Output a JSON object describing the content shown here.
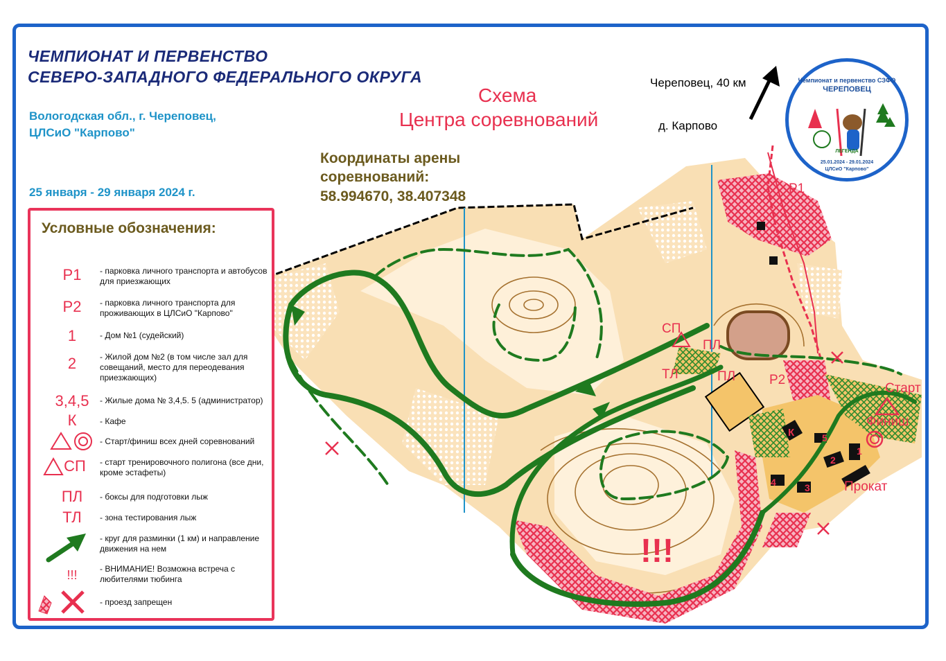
{
  "title": {
    "line1": "ЧЕМПИОНАТ И ПЕРВЕНСТВО",
    "line2": "СЕВЕРО-ЗАПАДНОГО ФЕДЕРАЛЬНОГО ОКРУГА"
  },
  "location": {
    "line1": "Вологодская обл., г. Череповец,",
    "line2": "ЦЛСиО \"Карпово\""
  },
  "dates": "25 января - 29 января 2024 г.",
  "scheme": {
    "line1": "Схема",
    "line2": "Центра соревнований"
  },
  "coordinates": {
    "line1": "Координаты арены",
    "line2": "соревнований:",
    "line3": "58.994670, 38.407348"
  },
  "directions": {
    "cherepovets": "Череповец, 40 км",
    "karpovo": "д. Карпово"
  },
  "logo": {
    "ring_text": "Чемпионат и первенство СЗФО",
    "city": "ЧЕРЕПОВЕЦ",
    "badge": "ЛЕГЕНДА",
    "dates": "25.01.2024 - 29.01.2024",
    "venue": "ЦЛСиО \"Карпово\""
  },
  "legend": {
    "heading": "Условные обозначения:",
    "items": [
      {
        "symbol": "P1",
        "text": "- парковка личного транспорта и автобусов для приезжающих"
      },
      {
        "symbol": "P2",
        "text": "- парковка личного транспорта для проживающих в ЦЛСиО \"Карпово\""
      },
      {
        "symbol": "1",
        "text": "- Дом №1 (судейский)"
      },
      {
        "symbol": "2",
        "text": "- Жилой дом №2 (в том числе зал для совещаний, место для переодевания приезжающих)"
      },
      {
        "symbol": "3,4,5",
        "text": "- Жилые дома № 3,4,5. 5 (администратор)"
      },
      {
        "symbol": "К",
        "text": "- Кафе"
      },
      {
        "symbol": "",
        "text": "- Старт/финиш всех дней соревнований"
      },
      {
        "symbol": "СП",
        "text": "- старт тренировочного полигона (все дни, кроме эстафеты)"
      },
      {
        "symbol": "ПЛ",
        "text": "- боксы для подготовки лыж"
      },
      {
        "symbol": "ТЛ",
        "text": "- зона тестирования лыж"
      },
      {
        "symbol": "",
        "text": "- круг для разминки (1 км) и направление движения на нем"
      },
      {
        "symbol": "!!!",
        "text": "- ВНИМАНИЕ! Возможна встреча с любителями тюбинга"
      },
      {
        "symbol": "",
        "text": "- проезд запрещен"
      }
    ]
  },
  "map_labels": {
    "p1": "P1",
    "p2": "P2",
    "sp": "СП",
    "pl1": "ПЛ",
    "pl2": "ПЛ",
    "tl": "ТЛ",
    "start": "Старт",
    "finish": "Финиш",
    "rental": "Прокат",
    "warning": "!!!",
    "cafe": "К",
    "house1": "1",
    "house2": "2",
    "house3": "3",
    "house4": "4",
    "house5": "5"
  },
  "colors": {
    "frame": "#1d63c9",
    "red": "#e8304f",
    "green": "#1f7a1f",
    "terrain": "#f7d9a8",
    "title": "#1a2a78",
    "blue_text": "#1e93c8",
    "brown_text": "#6b5a1e"
  }
}
